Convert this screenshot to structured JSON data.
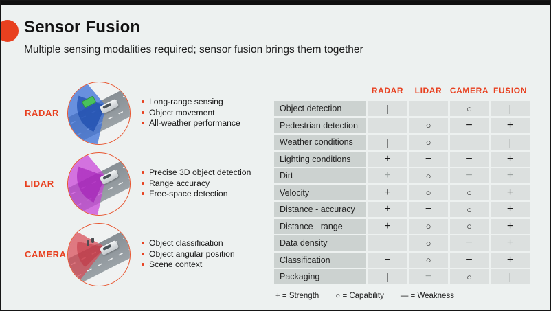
{
  "slide": {
    "title": "Sensor Fusion",
    "subtitle": "Multiple sensing modalities required; sensor fusion brings them together"
  },
  "colors": {
    "accent": "#e8401f",
    "slide_background": "#edf1f0",
    "row_label_cell": "#ccd2d0",
    "symbol_cell": "#dce0df",
    "radar_cone": "#3a6fd8",
    "lidar_cone": "#c840d8",
    "camera_cone": "#d84a55"
  },
  "sensors": [
    {
      "name": "RADAR",
      "image": "radar-cone-road-scene-icon",
      "bullets": [
        "Long-range sensing",
        "Object movement",
        "All-weather performance"
      ]
    },
    {
      "name": "LIDAR",
      "image": "lidar-cone-road-scene-icon",
      "bullets": [
        "Precise 3D object detection",
        "Range accuracy",
        "Free-space detection"
      ]
    },
    {
      "name": "CAMERA",
      "image": "camera-cone-road-scene-icon",
      "bullets": [
        "Object classification",
        "Object angular position",
        "Scene context"
      ]
    }
  ],
  "table": {
    "columns": [
      "RADAR",
      "LIDAR",
      "CAMERA",
      "FUSION"
    ],
    "rows": [
      {
        "label": "Object detection",
        "cells": [
          "|",
          "",
          "O",
          "|"
        ]
      },
      {
        "label": "Pedestrian detection",
        "cells": [
          "",
          "O",
          "-",
          "+"
        ]
      },
      {
        "label": "Weather conditions",
        "cells": [
          "|",
          "O",
          "",
          "|"
        ]
      },
      {
        "label": "Lighting conditions",
        "cells": [
          "+",
          "-",
          "-",
          "+"
        ]
      },
      {
        "label": "Dirt",
        "cells": [
          "+~",
          "O",
          "-~",
          "+~"
        ]
      },
      {
        "label": "Velocity",
        "cells": [
          "+",
          "O",
          "O",
          "+"
        ]
      },
      {
        "label": "Distance - accuracy",
        "cells": [
          "+",
          "-",
          "O",
          "+"
        ]
      },
      {
        "label": "Distance - range",
        "cells": [
          "+",
          "O",
          "O",
          "+"
        ]
      },
      {
        "label": "Data density",
        "cells": [
          "",
          "O",
          "-~",
          "+~"
        ]
      },
      {
        "label": "Classification",
        "cells": [
          "-",
          "O",
          "-",
          "+"
        ]
      },
      {
        "label": "Packaging",
        "cells": [
          "|",
          "-~",
          "O",
          "|"
        ]
      }
    ],
    "legend": [
      {
        "symbol": "+",
        "meaning": "Strength"
      },
      {
        "symbol": "O",
        "meaning": "Capability"
      },
      {
        "symbol": "—",
        "meaning": "Weakness"
      }
    ]
  }
}
